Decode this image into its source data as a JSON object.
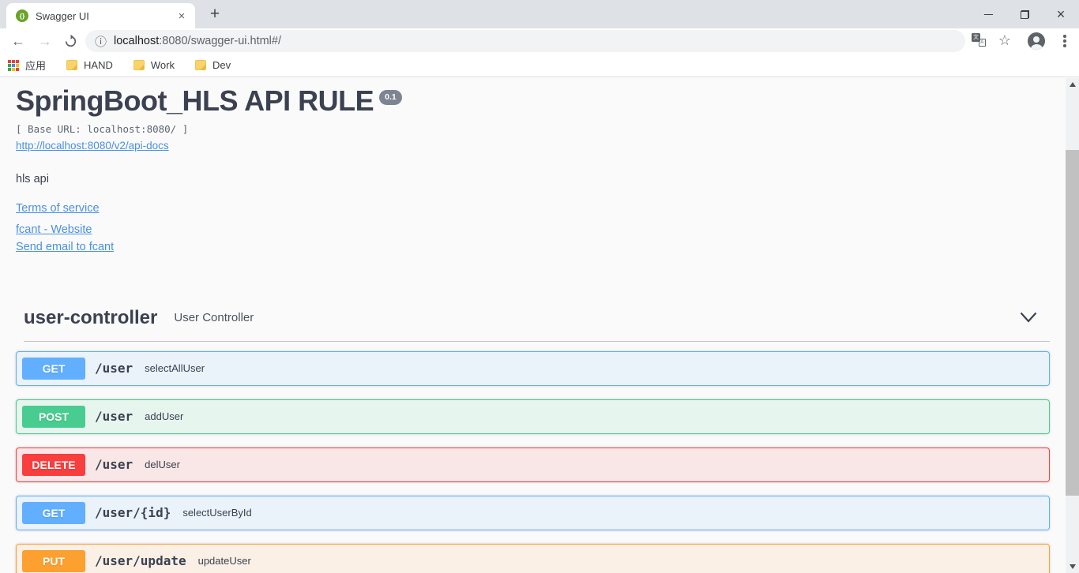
{
  "browser": {
    "tab": {
      "title": "Swagger UI"
    },
    "address": {
      "host": "localhost",
      "rest": ":8080/swagger-ui.html#/"
    },
    "bookmarks": {
      "apps_label": "应用",
      "folders": [
        {
          "label": "HAND"
        },
        {
          "label": "Work"
        },
        {
          "label": "Dev"
        }
      ]
    },
    "icons": {
      "favicon_glyph": "{}",
      "back": "←",
      "forward": "→",
      "page_info": "ⓘ",
      "star": "☆",
      "translate_front": "文",
      "translate_back": "A",
      "tab_close": "×",
      "new_tab": "+",
      "window_close": "×"
    }
  },
  "api": {
    "title": "SpringBoot_HLS API RULE",
    "version": "0.1",
    "base_url": "[ Base URL: localhost:8080/ ]",
    "docs_link": "http://localhost:8080/v2/api-docs",
    "description": "hls api",
    "links": [
      {
        "label": "Terms of service"
      },
      {
        "label": "fcant - Website"
      },
      {
        "label": "Send email to fcant"
      }
    ]
  },
  "section": {
    "name": "user-controller",
    "description": "User Controller"
  },
  "endpoints": [
    {
      "method": "GET",
      "path": "/user",
      "summary": "selectAllUser",
      "color": "#61affe"
    },
    {
      "method": "POST",
      "path": "/user",
      "summary": "addUser",
      "color": "#49cc90"
    },
    {
      "method": "DELETE",
      "path": "/user",
      "summary": "delUser",
      "color": "#f93e3e"
    },
    {
      "method": "GET",
      "path": "/user/{id}",
      "summary": "selectUserById",
      "color": "#61affe"
    },
    {
      "method": "PUT",
      "path": "/user/update",
      "summary": "updateUser",
      "color": "#fca130"
    }
  ],
  "theme": {
    "get": "#61affe",
    "post": "#49cc90",
    "delete": "#f93e3e",
    "put": "#fca130",
    "link": "#4990e2",
    "text": "#3b4151",
    "version_badge_bg": "#7d8492",
    "tabstrip_bg": "#dee1e6"
  }
}
